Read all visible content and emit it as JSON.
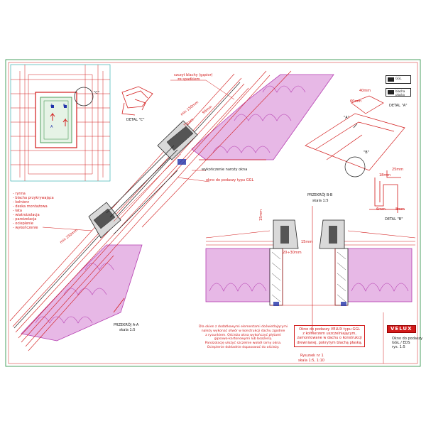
{
  "colors": {
    "line": "#d21a1a",
    "insulation": "#e7b8e6",
    "insulation_edge": "#b43db0",
    "wood": "#d9d9d9",
    "dark": "#222222",
    "grid": "#1aa3a3"
  },
  "labels": {
    "detail_c": "DETAL \"C\"",
    "detail_a": "DETAL \"A\"",
    "detail_b": "DETAL \"B\"",
    "marker_a": "\"A\"",
    "marker_b": "\"B\"",
    "marker_c": "\"C\"",
    "ridge_top": "szczyt blachy (gąsior)",
    "ridge_top2": "ze spadkiem",
    "dim_150": "min 150mm",
    "dim_75": "75mm",
    "dim_90": "90mm",
    "dim_250": "min 250mm",
    "dim_20_30": "20÷30mm",
    "dim_15": "15mm",
    "dim_15b": "15mm",
    "dim_40": "40mm",
    "dim_60": "60mm",
    "dim_6": "6mm",
    "dim_8": "8mm",
    "dim_25": "25mm",
    "dim_18": "18mm",
    "label_seal": "wykończenie naroży okna",
    "label_window": "okno do podaszy typu GGL",
    "section_a": "PRZEKRÓJ A-A",
    "section_a_scale": "skala 1:5",
    "section_b": "PRZEKRÓJ B-B",
    "section_b_scale": "skala 1:5",
    "left_callout": [
      "- rynna",
      "- blacha przykrywająca",
      "- kołnierz",
      "- deska montażowa",
      "- łata",
      "- wiatroizolacja",
      "- paroizolacja",
      "- ocieplenie",
      "- wykończenie"
    ],
    "notes": [
      "Dla okien z dodatkowymi elementami doświetlającymi",
      "należy wykonać otwór w konstrukcji dachu zgodnie",
      "z rysunkiem. Ościeża okna wykończyć płytami",
      "gipsowo-kartonowymi lub boazerią.",
      "Paroizolację ułożyć szczelnie wokół ramy okna.",
      "Ocieplenie dokładnie dopasować do ościeży."
    ],
    "box_note": [
      "Okno do podaszy VELUX typu GGL",
      "z kołnierzem uszczelniającym,",
      "zamontowane w dachu o konstrukcji",
      "drewnianej, pokrytym blachą płaską."
    ],
    "sheet_no": "Rysunek nr 1",
    "scale": "skala 1:5, 1:10",
    "logo": "VELUX",
    "title_block": [
      "Okno do podaszy",
      "GGL / EDS",
      "rys. 1:5"
    ],
    "badge1": "GGL",
    "badge2": "blacha płaska",
    "win_a": "A",
    "win_b": "B",
    "win_a2": "A"
  }
}
